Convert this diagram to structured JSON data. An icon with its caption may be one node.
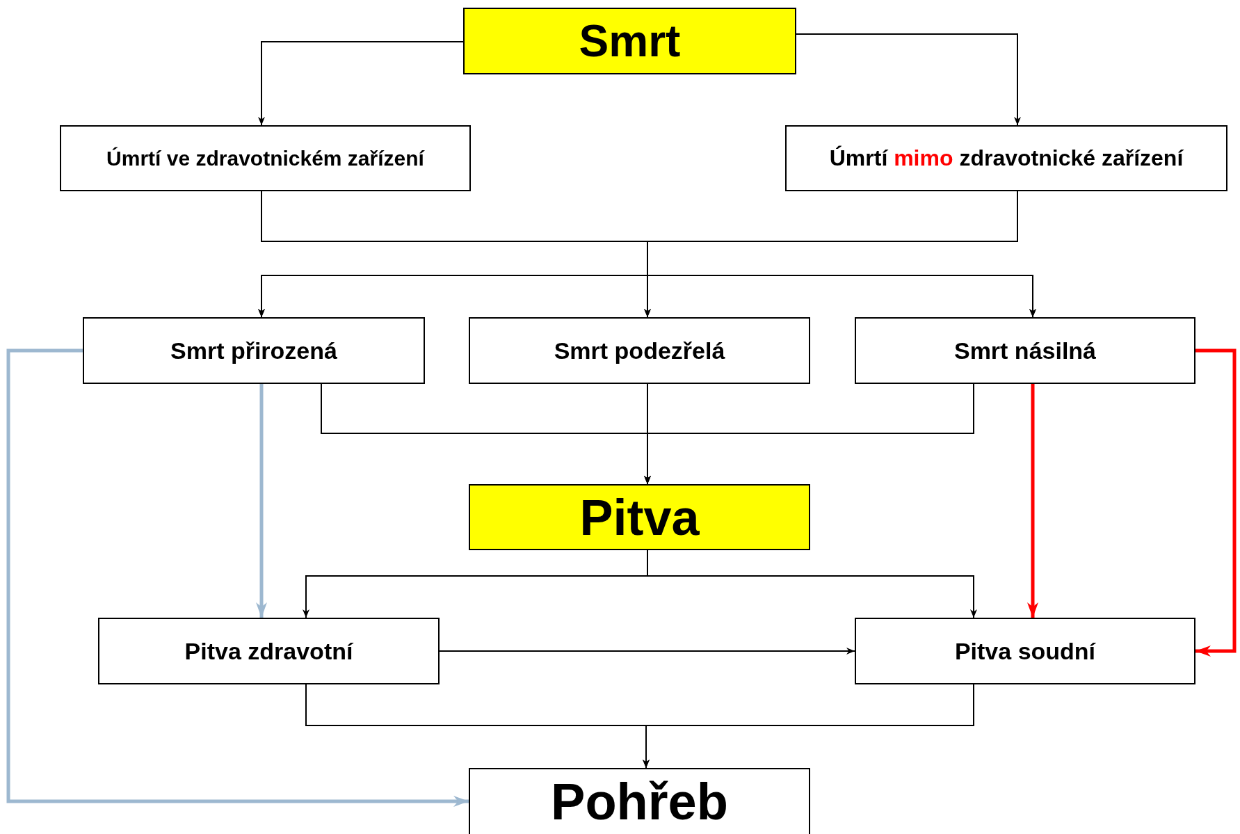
{
  "diagram": {
    "nodes": [
      {
        "text": [
          "Smrt"
        ]
      },
      {
        "text": [
          "Úmrtí ve zdravotnickém zařízení"
        ]
      },
      {
        "text": [
          "Úmrtí mimo zdravotnické zařízení"
        ]
      },
      {
        "text": [
          "Smrt přirozená"
        ]
      },
      {
        "text": [
          "Smrt podezřelá"
        ]
      },
      {
        "text": [
          "Smrt násilná"
        ]
      },
      {
        "text": [
          "Pitva"
        ]
      },
      {
        "text": [
          "Pitva zdravotní"
        ]
      },
      {
        "text": [
          "Pitva soudní"
        ]
      },
      {
        "text": [
          "Pohřeb"
        ]
      }
    ],
    "edges": [
      {
        "from": 0,
        "to": 1,
        "arrow": "to"
      },
      {
        "from": 0,
        "to": 2,
        "arrow": "to"
      },
      {
        "from": 1,
        "to": 3,
        "arrow": "to"
      },
      {
        "from": 1,
        "to": 4,
        "arrow": "to"
      },
      {
        "from": 1,
        "to": 5,
        "arrow": "to"
      },
      {
        "from": 2,
        "to": 3,
        "arrow": "to"
      },
      {
        "from": 2,
        "to": 4,
        "arrow": "to"
      },
      {
        "from": 2,
        "to": 5,
        "arrow": "to"
      },
      {
        "from": 3,
        "to": 6,
        "arrow": "to"
      },
      {
        "from": 4,
        "to": 6,
        "arrow": "to"
      },
      {
        "from": 5,
        "to": 6,
        "arrow": "to"
      },
      {
        "from": 6,
        "to": 7,
        "arrow": "to"
      },
      {
        "from": 6,
        "to": 8,
        "arrow": "to"
      },
      {
        "from": 3,
        "to": 7,
        "arrow": "to",
        "style": "thick",
        "color": "#9db8d0"
      },
      {
        "from": 3,
        "to": 9,
        "arrow": "to",
        "style": "thick",
        "color": "#9db8d0"
      },
      {
        "from": 5,
        "to": 8,
        "arrow": "to",
        "style": "thick",
        "color": "#ff0000"
      },
      {
        "from": 5,
        "to": 8,
        "arrow": "to",
        "style": "thick",
        "color": "#ff0000"
      },
      {
        "from": 7,
        "to": 8,
        "arrow": "to"
      },
      {
        "from": 7,
        "to": 9,
        "arrow": "to"
      },
      {
        "from": 8,
        "to": 9,
        "arrow": "to"
      }
    ]
  }
}
